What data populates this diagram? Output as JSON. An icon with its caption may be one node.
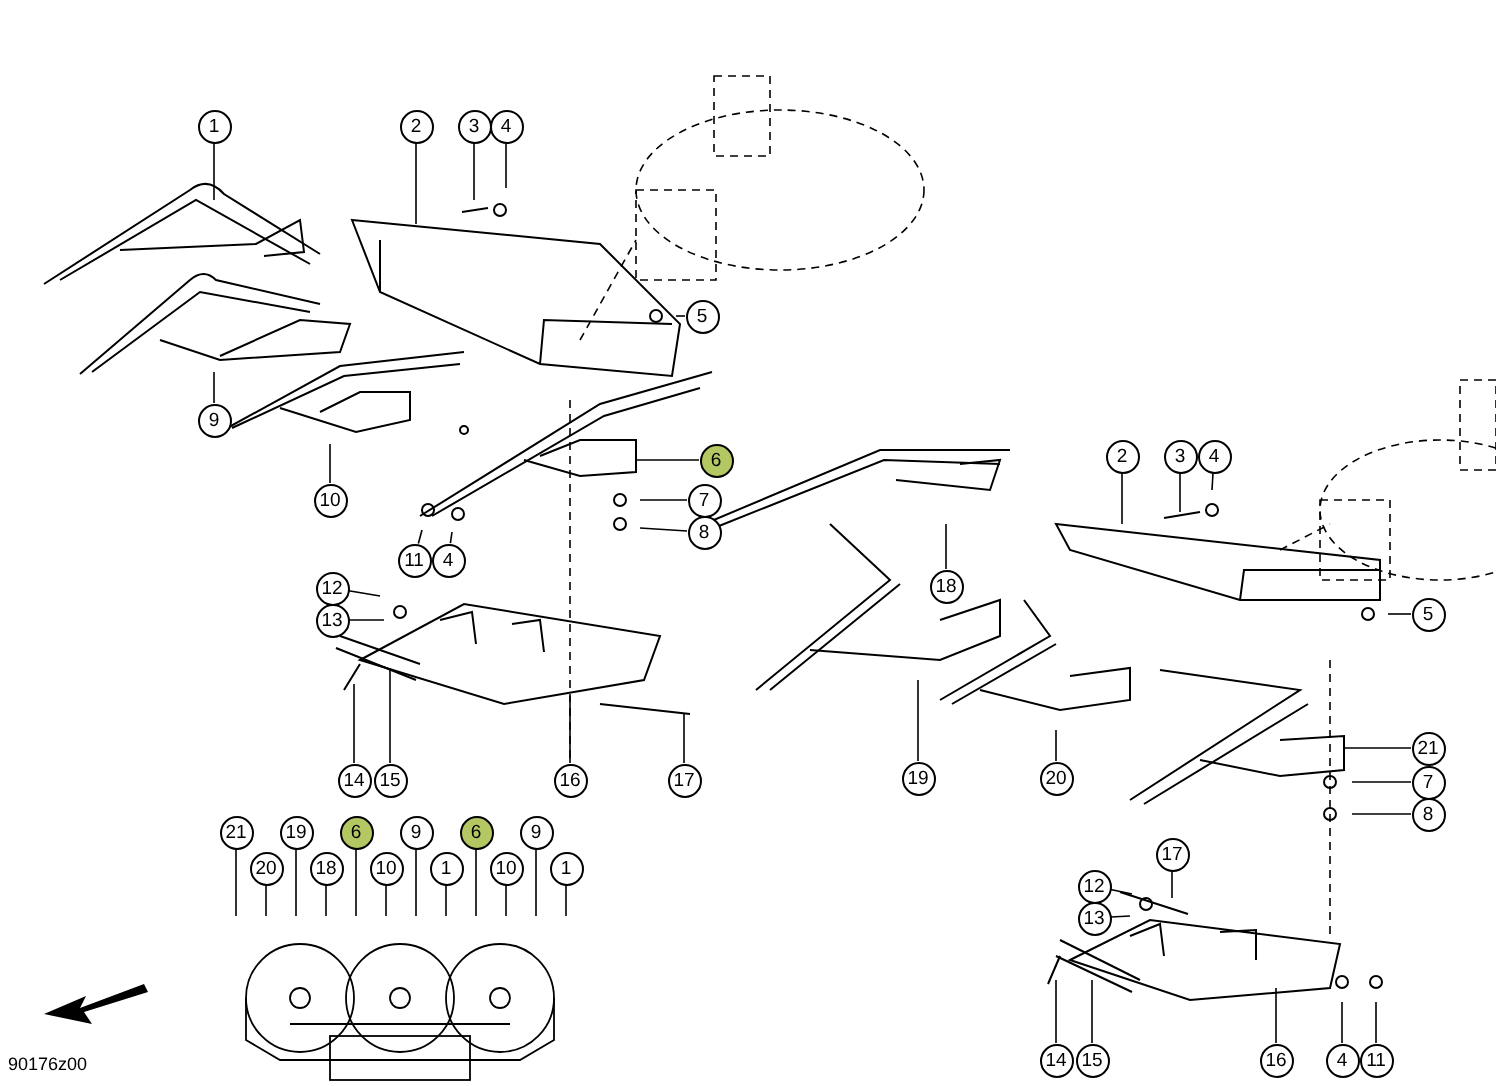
{
  "diagram": {
    "nodes": [
      {
        "text": [
          "1"
        ]
      },
      {
        "text": [
          "2"
        ]
      },
      {
        "text": [
          "3"
        ]
      },
      {
        "text": [
          "4"
        ]
      },
      {
        "text": [
          "5"
        ]
      },
      {
        "text": [
          "6"
        ]
      },
      {
        "text": [
          "7"
        ]
      },
      {
        "text": [
          "8"
        ]
      },
      {
        "text": [
          "9"
        ]
      },
      {
        "text": [
          "10"
        ]
      },
      {
        "text": [
          "11"
        ]
      },
      {
        "text": [
          "4"
        ]
      },
      {
        "text": [
          "12"
        ]
      },
      {
        "text": [
          "13"
        ]
      },
      {
        "text": [
          "14"
        ]
      },
      {
        "text": [
          "15"
        ]
      },
      {
        "text": [
          "16"
        ]
      },
      {
        "text": [
          "17"
        ]
      },
      {
        "text": [
          "2"
        ]
      },
      {
        "text": [
          "3"
        ]
      },
      {
        "text": [
          "4"
        ]
      },
      {
        "text": [
          "5"
        ]
      },
      {
        "text": [
          "18"
        ]
      },
      {
        "text": [
          "21"
        ]
      },
      {
        "text": [
          "7"
        ]
      },
      {
        "text": [
          "8"
        ]
      },
      {
        "text": [
          "19"
        ]
      },
      {
        "text": [
          "20"
        ]
      },
      {
        "text": [
          "17"
        ]
      },
      {
        "text": [
          "12"
        ]
      },
      {
        "text": [
          "13"
        ]
      },
      {
        "text": [
          "14"
        ]
      },
      {
        "text": [
          "15"
        ]
      },
      {
        "text": [
          "16"
        ]
      },
      {
        "text": [
          "4"
        ]
      },
      {
        "text": [
          "11"
        ]
      },
      {
        "text": [
          "21"
        ]
      },
      {
        "text": [
          "19"
        ]
      },
      {
        "text": [
          "6"
        ]
      },
      {
        "text": [
          "9"
        ]
      },
      {
        "text": [
          "6"
        ]
      },
      {
        "text": [
          "9"
        ]
      },
      {
        "text": [
          "20"
        ]
      },
      {
        "text": [
          "18"
        ]
      },
      {
        "text": [
          "10"
        ]
      },
      {
        "text": [
          "1"
        ]
      },
      {
        "text": [
          "10"
        ]
      },
      {
        "text": [
          "1"
        ]
      }
    ],
    "edges": [
      {
        "from": 0,
        "to": null,
        "arrow": "none"
      },
      {
        "from": 1,
        "to": null,
        "arrow": "none"
      },
      {
        "from": 2,
        "to": null,
        "arrow": "none"
      },
      {
        "from": 3,
        "to": null,
        "arrow": "none"
      },
      {
        "from": 4,
        "to": null,
        "arrow": "none"
      },
      {
        "from": 5,
        "to": null,
        "arrow": "none"
      },
      {
        "from": 6,
        "to": null,
        "arrow": "none"
      },
      {
        "from": 7,
        "to": null,
        "arrow": "none"
      },
      {
        "from": 8,
        "to": null,
        "arrow": "none"
      },
      {
        "from": 9,
        "to": null,
        "arrow": "none"
      },
      {
        "from": 10,
        "to": null,
        "arrow": "none"
      },
      {
        "from": 11,
        "to": null,
        "arrow": "none"
      },
      {
        "from": 12,
        "to": null,
        "arrow": "none"
      },
      {
        "from": 13,
        "to": null,
        "arrow": "none"
      },
      {
        "from": 14,
        "to": null,
        "arrow": "none"
      },
      {
        "from": 15,
        "to": null,
        "arrow": "none"
      },
      {
        "from": 16,
        "to": null,
        "arrow": "none"
      },
      {
        "from": 17,
        "to": null,
        "arrow": "none"
      },
      {
        "from": 18,
        "to": null,
        "arrow": "none"
      },
      {
        "from": 19,
        "to": null,
        "arrow": "none"
      },
      {
        "from": 20,
        "to": null,
        "arrow": "none"
      },
      {
        "from": 21,
        "to": null,
        "arrow": "none"
      },
      {
        "from": 22,
        "to": null,
        "arrow": "none"
      },
      {
        "from": 23,
        "to": null,
        "arrow": "none"
      },
      {
        "from": 24,
        "to": null,
        "arrow": "none"
      },
      {
        "from": 25,
        "to": null,
        "arrow": "none"
      },
      {
        "from": 26,
        "to": null,
        "arrow": "none"
      },
      {
        "from": 27,
        "to": null,
        "arrow": "none"
      },
      {
        "from": 28,
        "to": null,
        "arrow": "none"
      },
      {
        "from": 29,
        "to": null,
        "arrow": "none"
      },
      {
        "from": 30,
        "to": null,
        "arrow": "none"
      },
      {
        "from": 31,
        "to": null,
        "arrow": "none"
      },
      {
        "from": 32,
        "to": null,
        "arrow": "none"
      },
      {
        "from": 33,
        "to": null,
        "arrow": "none"
      },
      {
        "from": 34,
        "to": null,
        "arrow": "none"
      },
      {
        "from": 35,
        "to": null,
        "arrow": "none"
      },
      {
        "from": 36,
        "to": null,
        "arrow": "none"
      },
      {
        "from": 37,
        "to": null,
        "arrow": "none"
      },
      {
        "from": 38,
        "to": null,
        "arrow": "none"
      },
      {
        "from": 39,
        "to": null,
        "arrow": "none"
      },
      {
        "from": 40,
        "to": null,
        "arrow": "none"
      },
      {
        "from": 41,
        "to": null,
        "arrow": "none"
      },
      {
        "from": 42,
        "to": null,
        "arrow": "none"
      },
      {
        "from": 43,
        "to": null,
        "arrow": "none"
      },
      {
        "from": 44,
        "to": null,
        "arrow": "none"
      },
      {
        "from": 45,
        "to": null,
        "arrow": "none"
      },
      {
        "from": 46,
        "to": null,
        "arrow": "none"
      },
      {
        "from": 47,
        "to": null,
        "arrow": "none"
      }
    ],
    "labels": [
      "90176z00"
    ]
  }
}
